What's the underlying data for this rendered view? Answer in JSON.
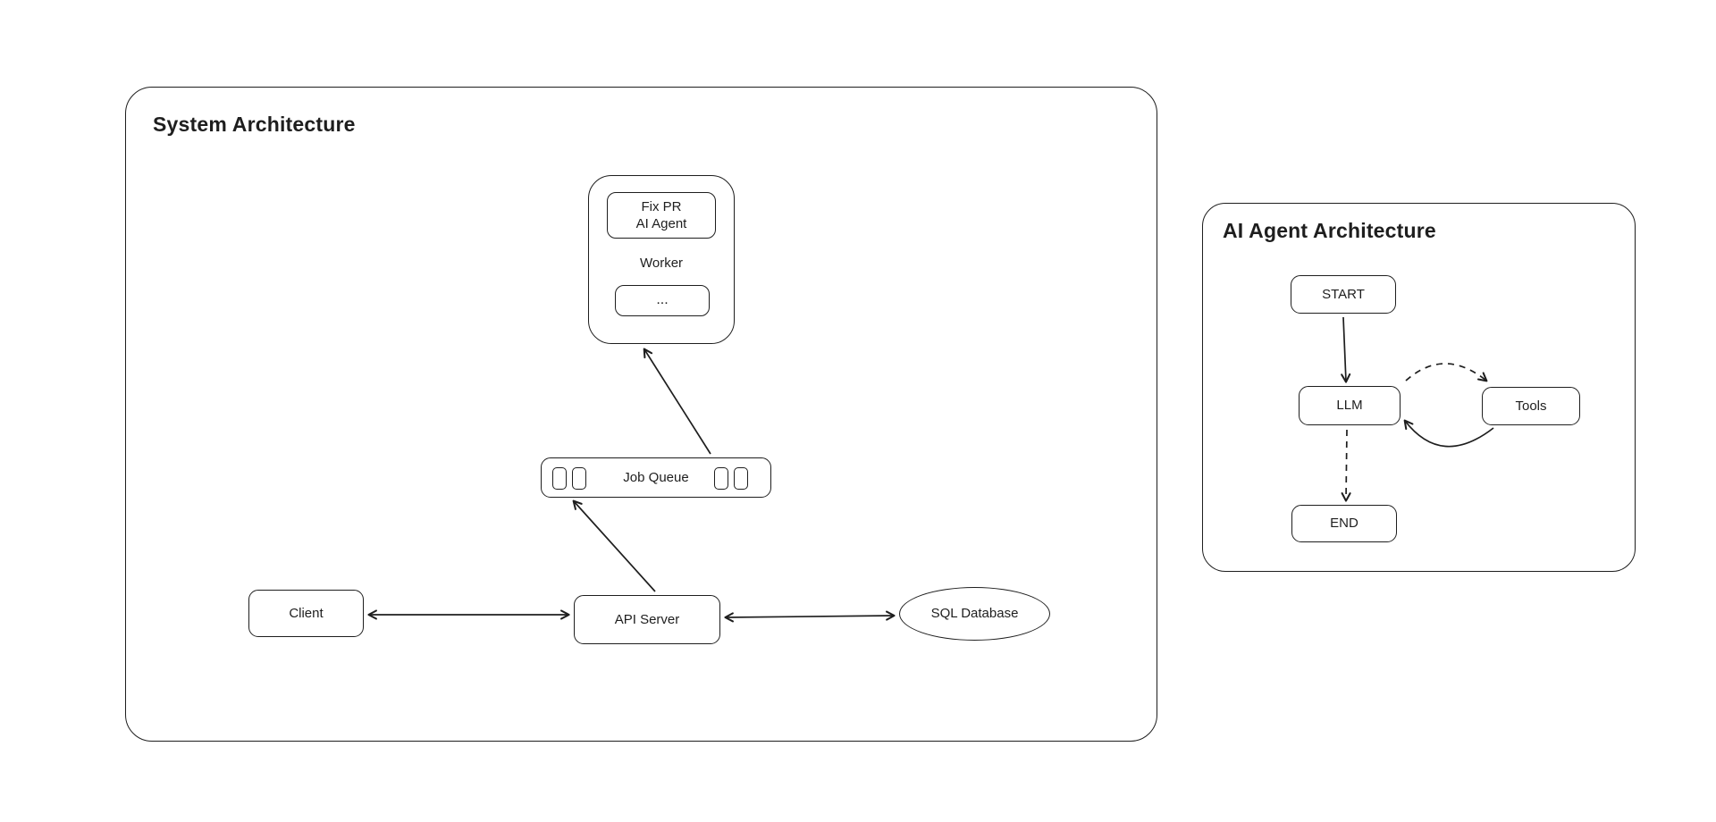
{
  "colors": {
    "stroke": "#1e1e1e",
    "background": "#ffffff"
  },
  "system": {
    "title": "System Architecture",
    "worker": {
      "agent_line1": "Fix PR",
      "agent_line2": "AI Agent",
      "label": "Worker",
      "ellipsis": "..."
    },
    "job_queue": {
      "label": "Job Queue"
    },
    "client": {
      "label": "Client"
    },
    "api_server": {
      "label": "API Server"
    },
    "sql_database": {
      "label": "SQL Database"
    }
  },
  "agent": {
    "title": "AI Agent Architecture",
    "start": "START",
    "llm": "LLM",
    "tools": "Tools",
    "end": "END"
  }
}
